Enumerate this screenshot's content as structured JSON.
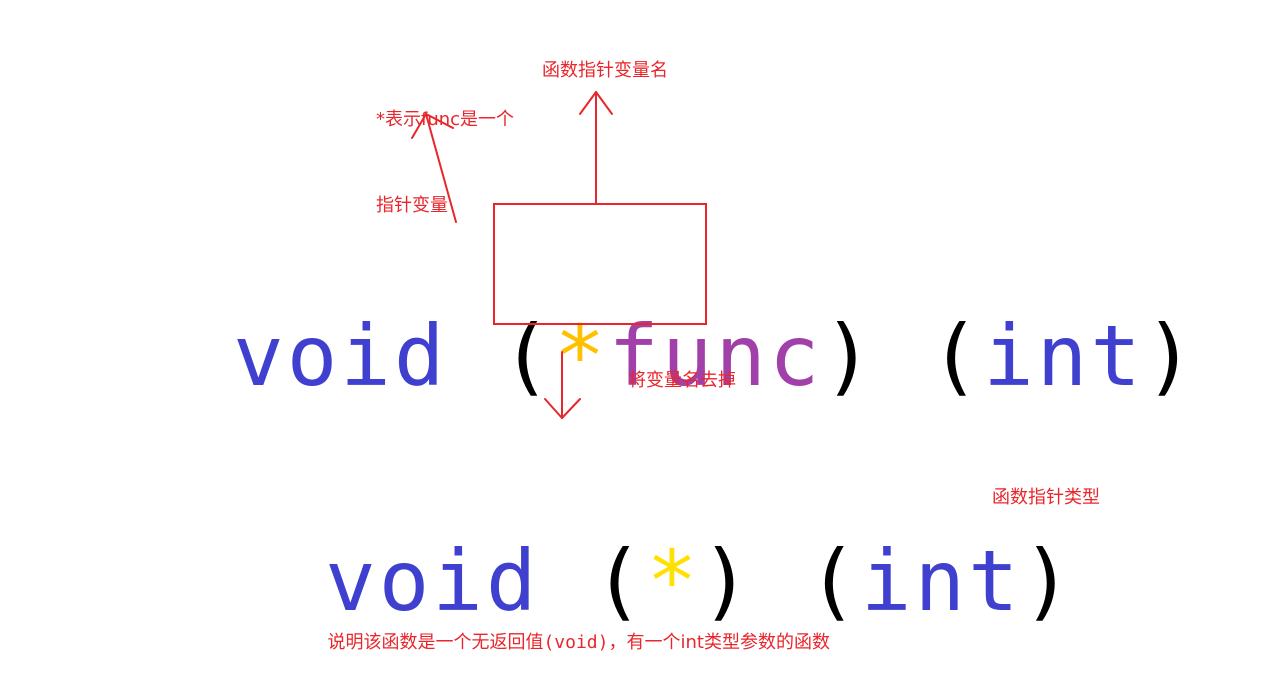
{
  "colors": {
    "keyword": "#4040d0",
    "star_top": "#ffc000",
    "star_bottom": "#ffe000",
    "func_name": "#a040a8",
    "paren": "#000000",
    "annotation": "#e8262c"
  },
  "top_decl": {
    "void": "void",
    "space1": " ",
    "lparen": "(",
    "star": "*",
    "name": "func",
    "rparen": ")",
    "space2": " ",
    "lparen2": "(",
    "param": "int",
    "rparen2": ")"
  },
  "bottom_decl": {
    "void": "void",
    "space1": " ",
    "lparen": "(",
    "star": "*",
    "rparen": ")",
    "space2": " ",
    "lparen2": "(",
    "param": "int",
    "rparen2": ")"
  },
  "notes": {
    "star_line1": "*表示func是一个",
    "star_line2": "指针变量",
    "func_name_note": "函数指针变量名",
    "remove_name": "将变量名去掉",
    "type_note": "函数指针类型",
    "summary_before": "说明该函数是一个无返回值",
    "summary_code": "(void)",
    "summary_after": "，有一个int类型参数的函数"
  }
}
